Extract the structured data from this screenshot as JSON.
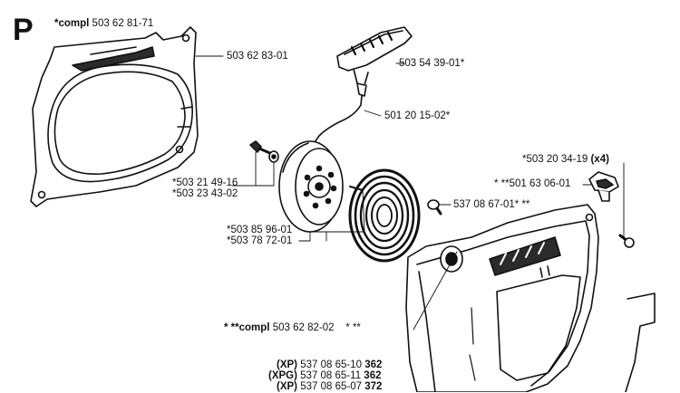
{
  "section_letter": "P",
  "labels": {
    "top_left_prefix": "*compl",
    "top_left_number": "503 62 81-71",
    "housing": "503 62 83-01",
    "handle": "503 54 39-01*",
    "cord": "501 20 15-02*",
    "screw_a": "*503 21 49-16",
    "screw_b": "*503 23 43-02",
    "pulley_a": "*503 85 96-01",
    "pulley_b": "*503 78 72-01",
    "spring": "537 08 67-01* **",
    "screw_x4_number": "*503 20 34-19",
    "screw_x4_qty": "(x4)",
    "grommet": "* **501 63 06-01",
    "cover_prefix": "* **compl",
    "cover_number": "503 62 82-02",
    "cover_suffix": "* **",
    "variants": [
      {
        "model": "(XP)",
        "number": "537 08 65-10",
        "code": "362"
      },
      {
        "model": "(XPG)",
        "number": "537 08 65-11",
        "code": "362"
      },
      {
        "model": "(XP)",
        "number": "537 08 65-07",
        "code": "372"
      }
    ]
  },
  "colors": {
    "ink": "#111111",
    "part_fill": "#ffffff",
    "shade": "#2b2b2b"
  }
}
